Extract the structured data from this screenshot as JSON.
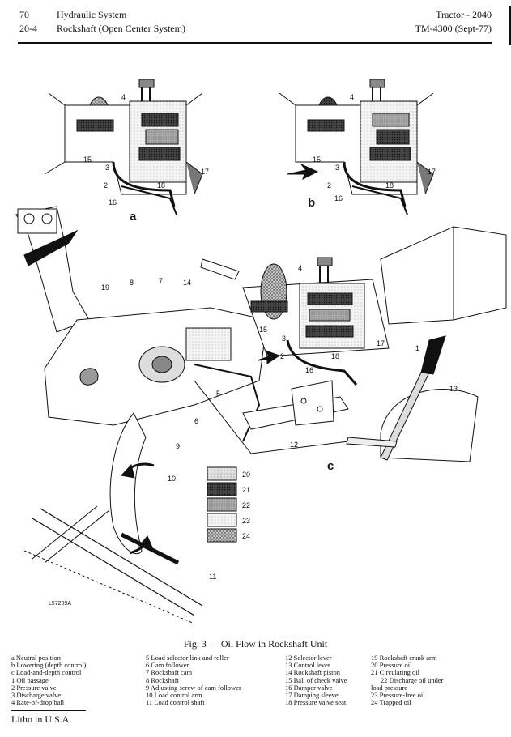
{
  "header": {
    "page_num": "70",
    "section": "Hydraulic System",
    "sub_num": "20-4",
    "subsection": "Rockshaft (Open Center System)",
    "model": "Tractor - 2040",
    "manual": "TM-4300 (Sept-77)"
  },
  "figure": {
    "inset_a": "a",
    "inset_b": "b",
    "view_c": "c",
    "code": "L57209A",
    "caption": "Fig. 3 — Oil Flow in Rockshaft Unit",
    "callouts": {
      "n1": "1",
      "n2": "2",
      "n3": "3",
      "n4": "4",
      "n6": "6",
      "n7": "7",
      "n8": "8",
      "n9": "9",
      "n10": "10",
      "n11": "11",
      "n12": "12",
      "n13": "13",
      "n14": "14",
      "n15": "15",
      "n16": "16",
      "n17": "17",
      "n18": "18",
      "n19": "19"
    },
    "patterns": [
      "20",
      "21",
      "22",
      "23",
      "24"
    ]
  },
  "legend": {
    "col1": [
      "a Neutral position",
      "b Lowering (depth control)",
      "c Load-and-depth control",
      "1 Oil passage",
      "2 Pressure valve",
      "3 Discharge valve",
      "4 Rate-of-drop ball"
    ],
    "col2": [
      "5 Load selector link and roller",
      "6 Cam follower",
      "7 Rockshaft cam",
      "8 Rockshaft",
      "9 Adjusting screw of cam follower",
      "10 Load control arm",
      "11 Load control shaft"
    ],
    "col3": [
      "12 Selector lever",
      "13 Control lever",
      "14 Rockshaft piston",
      "15 Ball of check valve",
      "16 Damper valve",
      "17 Damping sleeve",
      "18 Pressure valve seat"
    ],
    "col4": [
      "19 Rockshaft crank arm",
      "20 Pressure oil",
      "21 Circulating oil",
      "22 Discharge oil under",
      "load pressure",
      "23 Pressure-free oil",
      "24 Trapped oil"
    ]
  },
  "footer": {
    "litho": "Litho in U.S.A."
  }
}
